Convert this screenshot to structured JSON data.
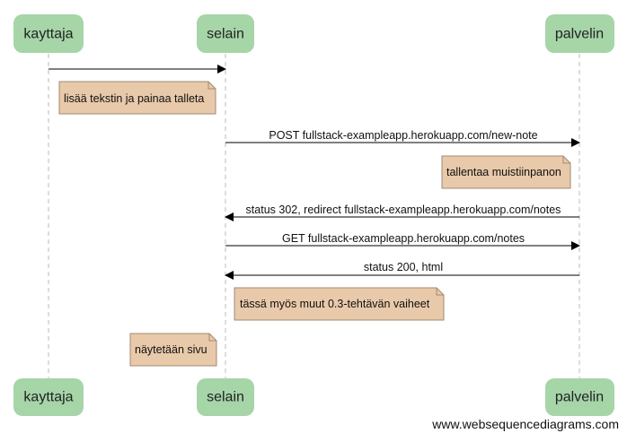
{
  "colors": {
    "actor_fill": "#a6d5a8",
    "note_fill": "#e8c9a9",
    "note_stroke": "#a28a74",
    "lifeline": "#bbbbbb",
    "arrow": "#000000"
  },
  "participants": [
    {
      "id": "kayttaja",
      "label": "kayttaja"
    },
    {
      "id": "selain",
      "label": "selain"
    },
    {
      "id": "palvelin",
      "label": "palvelin"
    }
  ],
  "messages": [
    {
      "from": "kayttaja",
      "to": "selain",
      "label": ""
    },
    {
      "from": "selain",
      "to": "palvelin",
      "label": "POST fullstack-exampleapp.herokuapp.com/new-note"
    },
    {
      "from": "palvelin",
      "to": "selain",
      "label": "status 302, redirect fullstack-exampleapp.herokuapp.com/notes"
    },
    {
      "from": "selain",
      "to": "palvelin",
      "label": "GET fullstack-exampleapp.herokuapp.com/notes"
    },
    {
      "from": "palvelin",
      "to": "selain",
      "label": "status 200, html"
    }
  ],
  "notes": [
    {
      "participant": "selain",
      "side": "left",
      "text": "lisää tekstin ja painaa talleta"
    },
    {
      "participant": "palvelin",
      "side": "left",
      "text": "tallentaa muistiinpanon"
    },
    {
      "participant": "selain",
      "side": "right",
      "text": "tässä myös muut 0.3-tehtävän vaiheet"
    },
    {
      "participant": "selain",
      "side": "left",
      "text": "näytetään sivu"
    }
  ],
  "watermark": "www.websequencediagrams.com"
}
